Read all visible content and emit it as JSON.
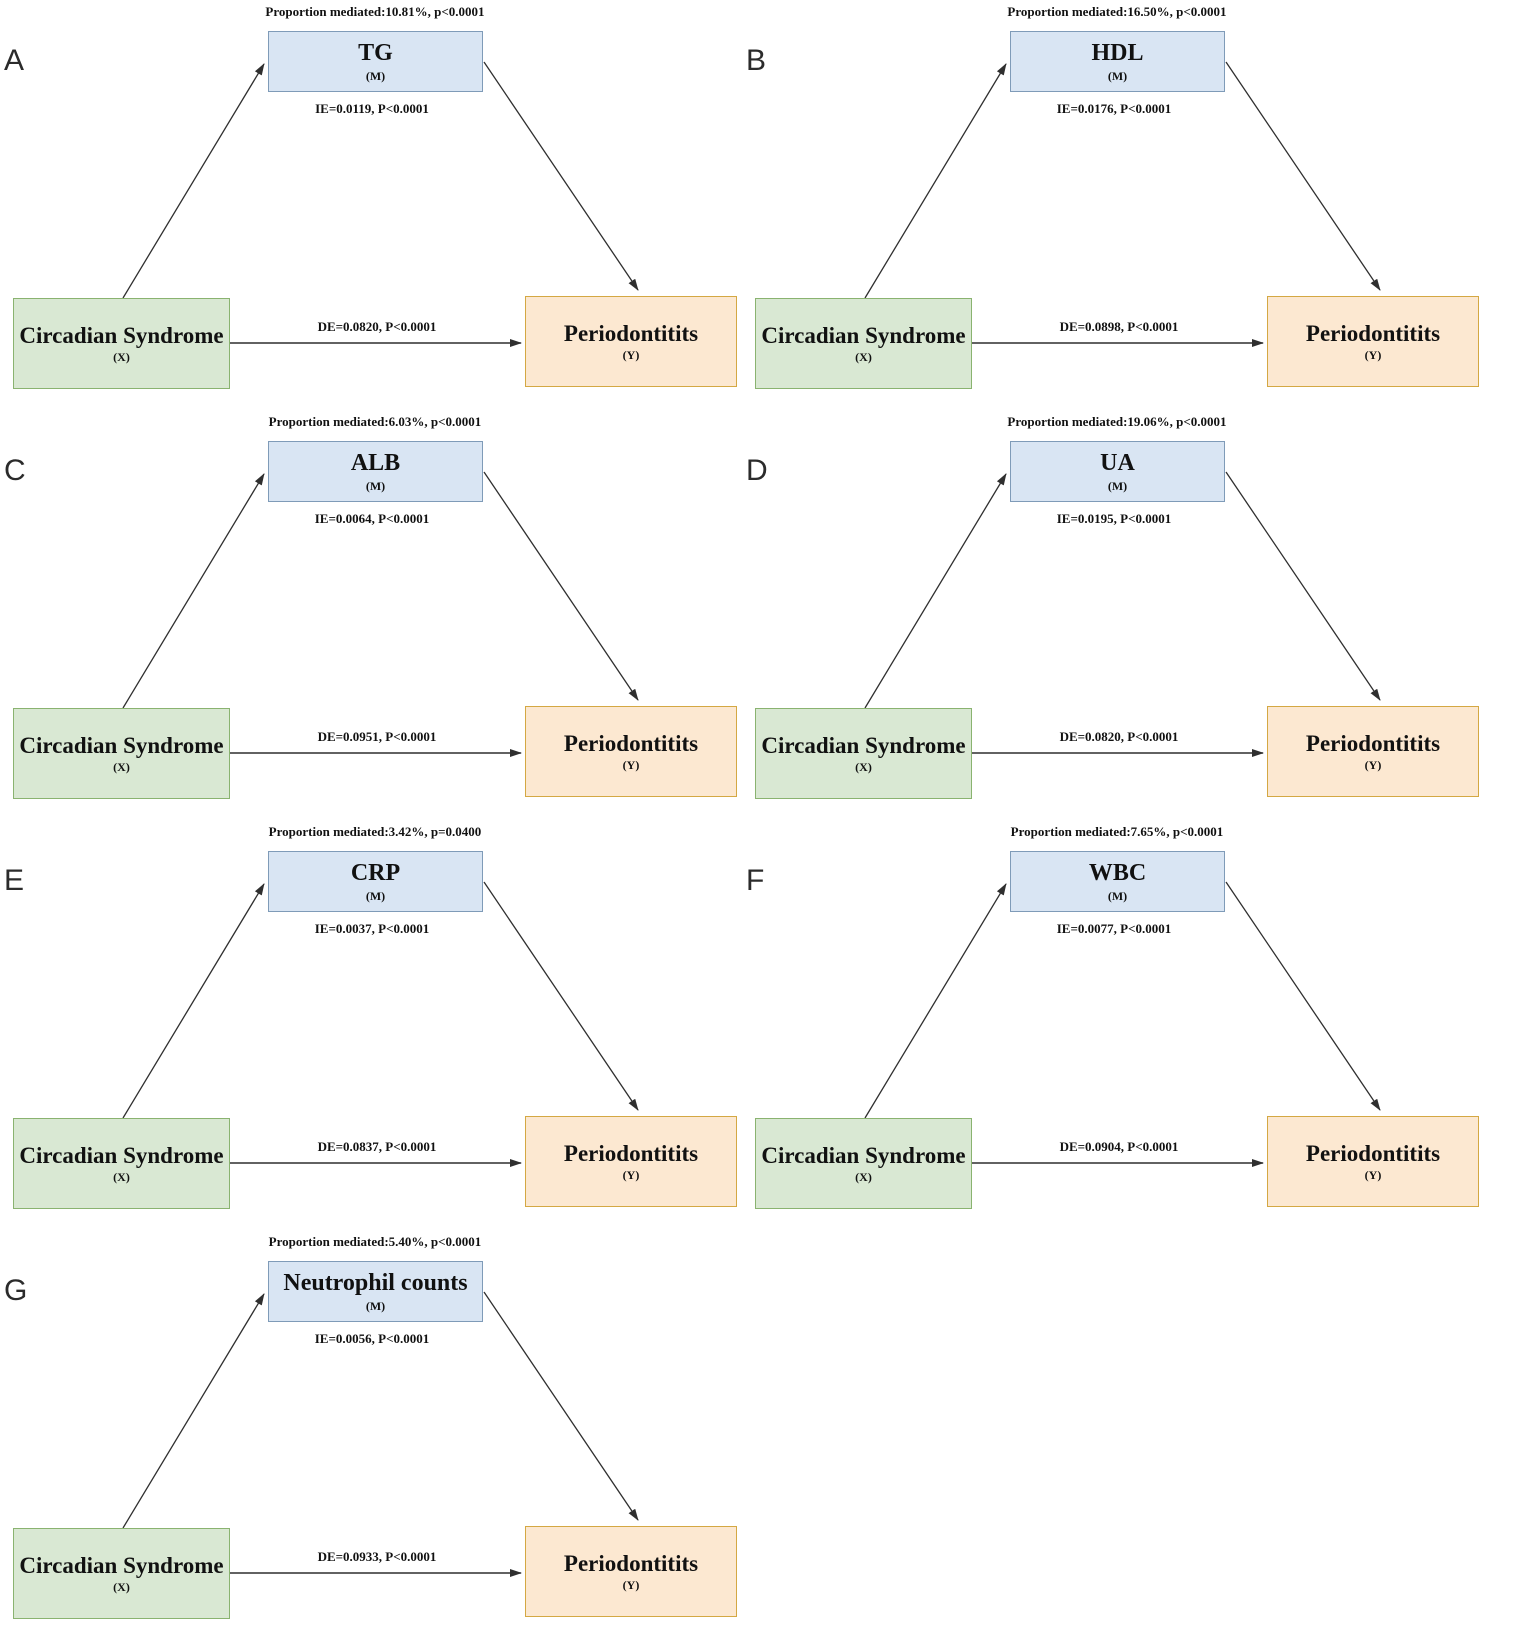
{
  "shared": {
    "exposure_label": "Circadian Syndrome",
    "exposure_role": "(X)",
    "outcome_label": "Periodontitits",
    "outcome_role": "(Y)",
    "mediator_role": "(M)"
  },
  "colors": {
    "mediator_fill": "#d9e5f3",
    "mediator_border": "#7f9bb8",
    "exposure_fill": "#d9e8d3",
    "exposure_border": "#8ab370",
    "outcome_fill": "#fce8d1",
    "outcome_border": "#d4a843",
    "arrow": "#2f2f2f"
  },
  "panels": [
    {
      "letter": "A",
      "mediator": "TG",
      "proportion": "Proportion mediated:10.81%, p<0.0001",
      "indirect": "IE=0.0119, P<0.0001",
      "direct": "DE=0.0820, P<0.0001"
    },
    {
      "letter": "B",
      "mediator": "HDL",
      "proportion": "Proportion mediated:16.50%, p<0.0001",
      "indirect": "IE=0.0176, P<0.0001",
      "direct": "DE=0.0898, P<0.0001"
    },
    {
      "letter": "C",
      "mediator": "ALB",
      "proportion": "Proportion mediated:6.03%, p<0.0001",
      "indirect": "IE=0.0064, P<0.0001",
      "direct": "DE=0.0951, P<0.0001"
    },
    {
      "letter": "D",
      "mediator": "UA",
      "proportion": "Proportion mediated:19.06%, p<0.0001",
      "indirect": "IE=0.0195, P<0.0001",
      "direct": "DE=0.0820, P<0.0001"
    },
    {
      "letter": "E",
      "mediator": "CRP",
      "proportion": "Proportion mediated:3.42%, p=0.0400",
      "indirect": "IE=0.0037, P<0.0001",
      "direct": "DE=0.0837, P<0.0001"
    },
    {
      "letter": "F",
      "mediator": "WBC",
      "proportion": "Proportion mediated:7.65%, p<0.0001",
      "indirect": "IE=0.0077, P<0.0001",
      "direct": "DE=0.0904, P<0.0001"
    },
    {
      "letter": "G",
      "mediator": "Neutrophil counts",
      "proportion": "Proportion mediated:5.40%, p<0.0001",
      "indirect": "IE=0.0056, P<0.0001",
      "direct": "DE=0.0933, P<0.0001"
    }
  ]
}
